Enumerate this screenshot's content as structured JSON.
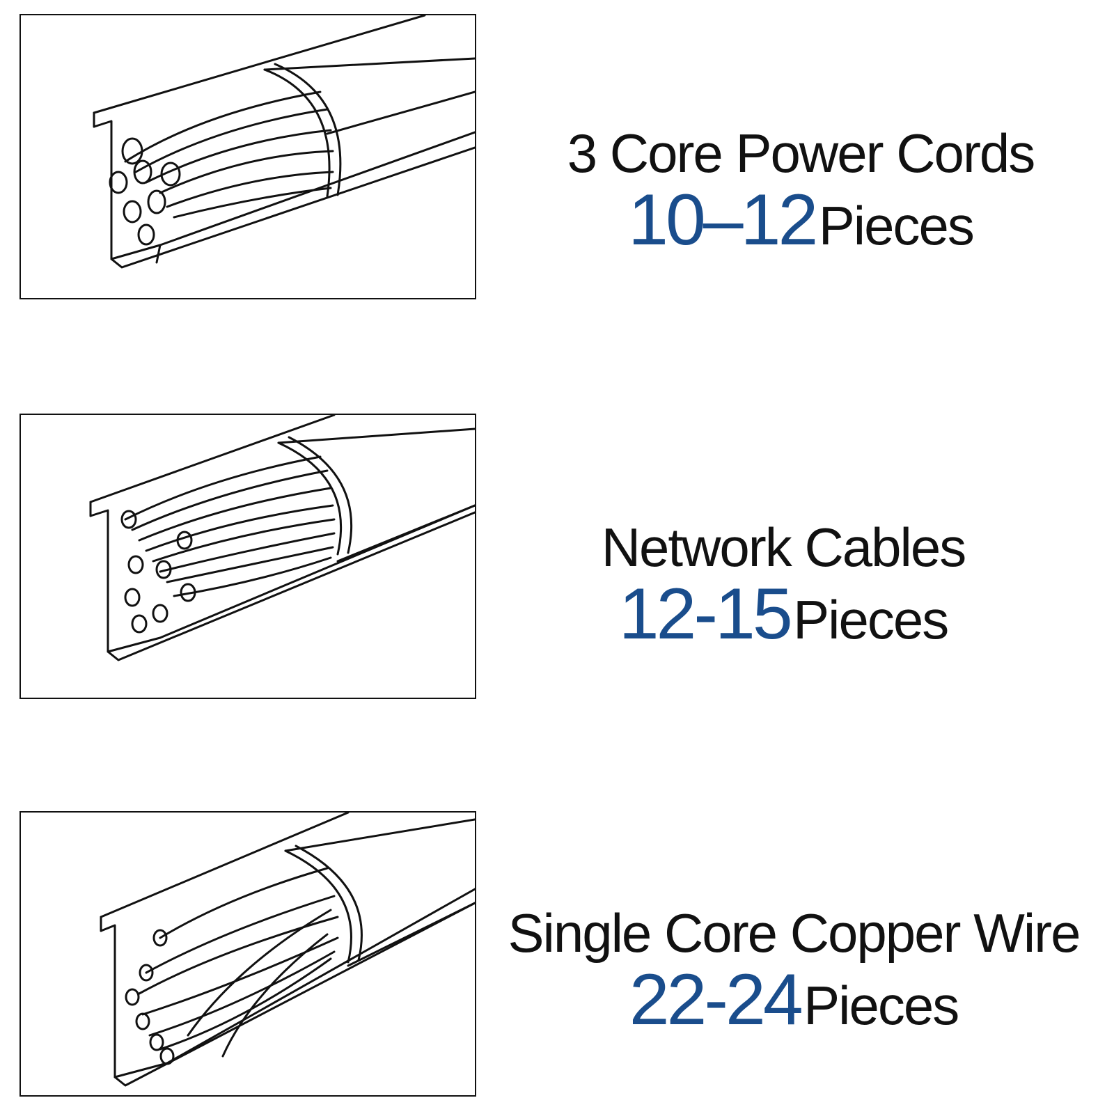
{
  "colors": {
    "accent": "#1a4d8c",
    "text": "#111111",
    "line": "#111111"
  },
  "items": [
    {
      "title": "3 Core Power Cords",
      "count": "10–12",
      "unit": "Pieces",
      "illustration": "cable-raceway-with-power-cords"
    },
    {
      "title": "Network Cables",
      "count": "12-15",
      "unit": "Pieces",
      "illustration": "cable-raceway-with-network-cables"
    },
    {
      "title": "Single Core Copper Wire",
      "count": "22-24",
      "unit": "Pieces",
      "illustration": "cable-raceway-with-copper-wires"
    }
  ]
}
